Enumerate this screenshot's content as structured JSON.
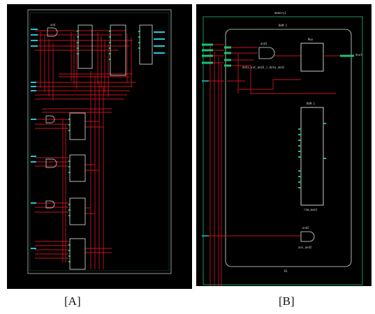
{
  "figure": {
    "caption_a": "[A]",
    "caption_b": "[B]"
  },
  "panel_b": {
    "top_label": "memory1",
    "block_label": "RAM 1",
    "inner_block_label": "RAM 1",
    "bottom_label": "R1",
    "gate1_label": "and1",
    "gate1_sub": "data_out_and3_i_data_and1",
    "mux_label": "Mux",
    "mem_label": "RAM 1",
    "mem_sub": "ram_mem1",
    "gate2_label": "and2",
    "gate2_sub": "ans_and2",
    "out_label": "dout"
  },
  "colors": {
    "background": "#000000",
    "wire_red": "#c8141e",
    "port_green": "#20c070",
    "port_cyan": "#22c4d6",
    "outline": "#d6e6d6"
  }
}
